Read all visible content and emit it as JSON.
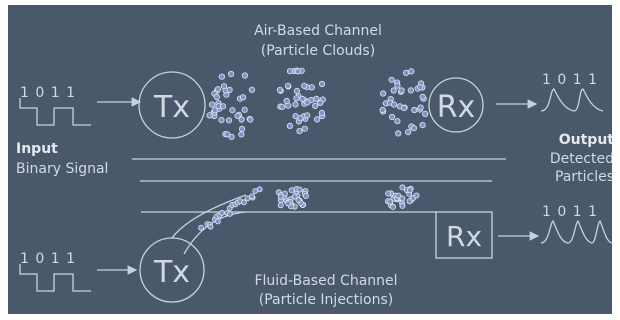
{
  "air_channel": {
    "title_line1": "Air-Based Channel",
    "title_line2": "(Particle Clouds)"
  },
  "fluid_channel": {
    "title_line1": "Fluid-Based Channel",
    "title_line2": "(Particle Injections)"
  },
  "input": {
    "title": "Input",
    "subtitle": "Binary Signal",
    "bits": "1 0 1 1"
  },
  "output": {
    "title": "Output",
    "subtitle_line1": "Detected",
    "subtitle_line2": "Particles",
    "bits": "1 0 1 1"
  },
  "transmitter_label": "Tx",
  "receiver_label": "Rx",
  "colors": {
    "background": "#4a586c",
    "stroke": "#c9d1dd",
    "particle_fill": "#7f90c4",
    "particle_stroke": "#dfe5ef"
  }
}
